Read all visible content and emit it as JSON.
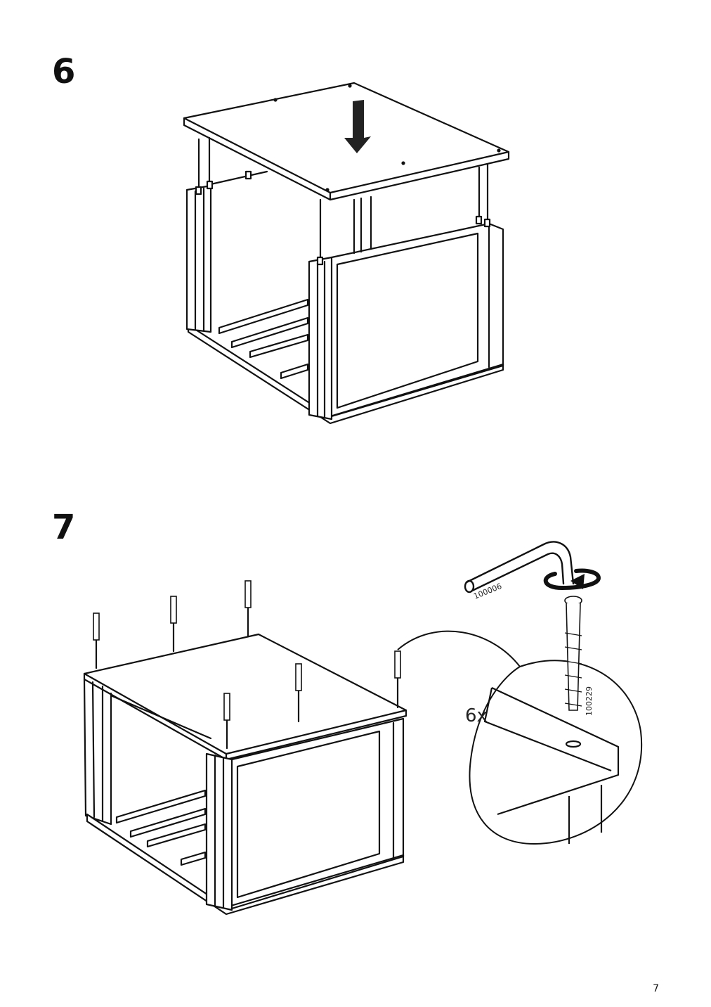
{
  "steps": [
    {
      "number": "6"
    },
    {
      "number": "7",
      "quantity": "6x",
      "part_codes": [
        "100006",
        "100229"
      ]
    }
  ],
  "page": {
    "number": "7"
  },
  "icons": {
    "step6": [
      "down-arrow-icon"
    ],
    "step7": [
      "allen-key-icon",
      "rotate-arrow-icon",
      "screw-icon",
      "magnifier-callout-icon"
    ]
  }
}
